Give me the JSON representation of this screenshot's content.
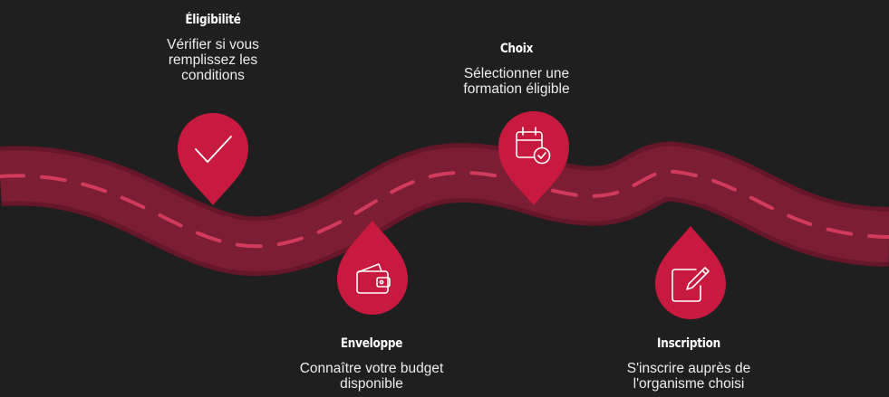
{
  "colors": {
    "background": "#1f1f1f",
    "road": "#7b1d33",
    "road_edge": "#651628",
    "dash": "#d23a5c",
    "pin": "#c8193e",
    "icon": "#ffffff"
  },
  "steps": [
    {
      "id": "eligibility",
      "title": "Éligibilité",
      "description": "Vérifier si vous remplissez les conditions",
      "icon": "checkmark-icon"
    },
    {
      "id": "envelope",
      "title": "Enveloppe",
      "description": "Connaître votre budget disponible",
      "icon": "wallet-icon"
    },
    {
      "id": "choice",
      "title": "Choix",
      "description": "Sélectionner une formation éligible",
      "icon": "calendar-check-icon"
    },
    {
      "id": "inscription",
      "title": "Inscription",
      "description": "S'inscrire auprès de l'organisme choisi",
      "icon": "edit-document-icon"
    }
  ]
}
